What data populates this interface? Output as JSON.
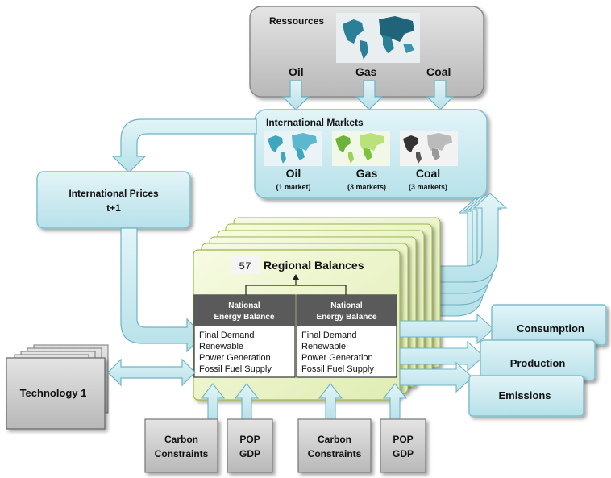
{
  "resources": {
    "title": "Ressources",
    "items": [
      "Oil",
      "Gas",
      "Coal"
    ]
  },
  "markets": {
    "title": "International Markets",
    "items": [
      {
        "name": "Oil",
        "detail": "(1 market)"
      },
      {
        "name": "Gas",
        "detail": "(3 markets)"
      },
      {
        "name": "Coal",
        "detail": "(3 markets)"
      }
    ]
  },
  "prices": {
    "line1": "International Prices",
    "line2": "t+1"
  },
  "regional": {
    "count": "57",
    "title": "Regional Balances"
  },
  "balances": [
    {
      "header1": "National",
      "header2": "Energy Balance",
      "lines": [
        "Final Demand",
        "Renewable",
        "Power Generation",
        "Fossil Fuel Supply"
      ]
    },
    {
      "header1": "National",
      "header2": "Energy Balance",
      "lines": [
        "Final Demand",
        "Renewable",
        "Power Generation",
        "Fossil Fuel Supply"
      ]
    }
  ],
  "technology": "Technology 1",
  "outputs": [
    "Consumption",
    "Production",
    "Emissions"
  ],
  "inputs": [
    {
      "line1": "Carbon",
      "line2": "Constraints"
    },
    {
      "line1": "POP",
      "line2": "GDP"
    },
    {
      "line1": "Carbon",
      "line2": "Constraints"
    },
    {
      "line1": "POP",
      "line2": "GDP"
    }
  ],
  "colors": {
    "light_blue": "#c8eaf0",
    "blue_border": "#7fbfcc",
    "grey_box": "#c8c8c8",
    "yellow_panel": "#eef6c8",
    "dark_header": "#5a5a5a",
    "map_teal": "#2b7f96",
    "map_green": "#7cc23a",
    "map_dark": "#555555"
  }
}
